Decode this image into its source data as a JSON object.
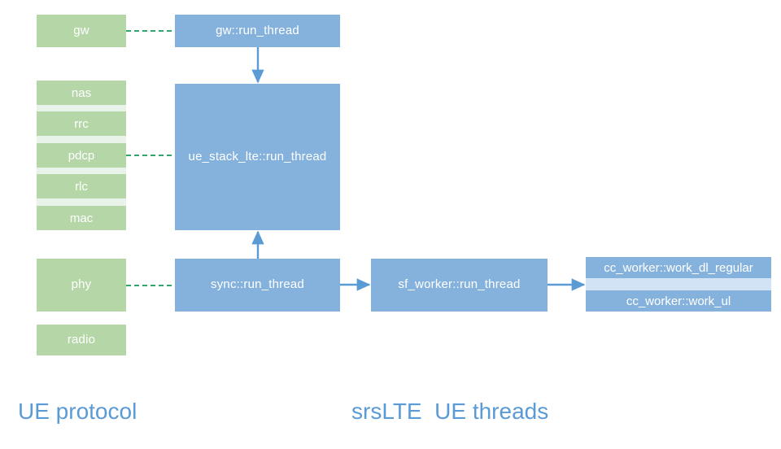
{
  "diagram": {
    "title_protocol": "UE protocol",
    "title_threads": "srsLTE  UE threads",
    "colors": {
      "green_box": "#b5d6a7",
      "green_gap": "#eaf3ea",
      "blue_box": "#85b2dd",
      "blue_gap": "#d2e3f5",
      "arrow_blue": "#5b9bd5",
      "dashed_green": "#2ea86a",
      "caption_blue": "#5b9bd5",
      "box_label": "#ffffff",
      "background": "#ffffff"
    },
    "protocol_layers": {
      "gw": "gw",
      "stack": [
        "nas",
        "rrc",
        "pdcp",
        "rlc",
        "mac"
      ],
      "phy": "phy",
      "radio": "radio"
    },
    "threads": {
      "gw_thread": "gw::run_thread",
      "stack_thread": "ue_stack_lte::run_thread",
      "sync_thread": "sync::run_thread",
      "sf_worker_thread": "sf_worker::run_thread",
      "cc_worker": [
        "cc_worker::work_dl_regular",
        "cc_worker::work_ul"
      ]
    },
    "connections": [
      {
        "type": "dashed",
        "from": "gw",
        "to": "gw::run_thread"
      },
      {
        "type": "dashed",
        "from": "pdcp",
        "to": "ue_stack_lte::run_thread"
      },
      {
        "type": "dashed",
        "from": "phy",
        "to": "sync::run_thread"
      },
      {
        "type": "arrow",
        "from": "gw::run_thread",
        "to": "ue_stack_lte::run_thread",
        "direction": "down"
      },
      {
        "type": "arrow",
        "from": "sync::run_thread",
        "to": "ue_stack_lte::run_thread",
        "direction": "up"
      },
      {
        "type": "arrow",
        "from": "sync::run_thread",
        "to": "sf_worker::run_thread",
        "direction": "right"
      },
      {
        "type": "arrow",
        "from": "sf_worker::run_thread",
        "to": "cc_worker",
        "direction": "right"
      }
    ]
  }
}
